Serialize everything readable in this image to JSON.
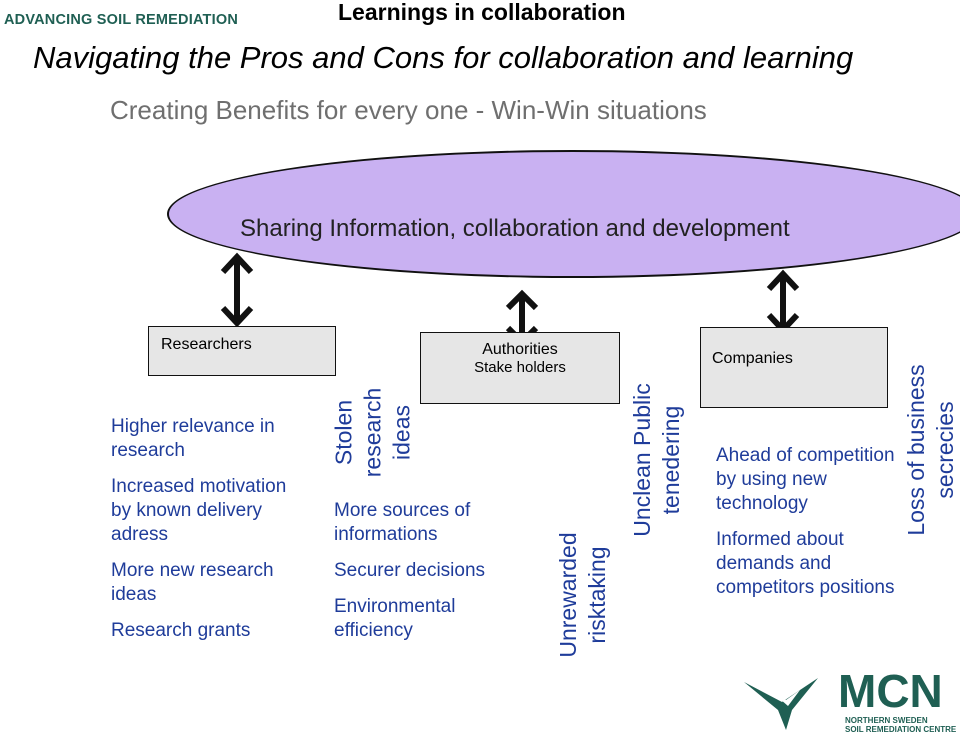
{
  "brand": "ADVANCING SOIL REMEDIATION",
  "heading": "Learnings in collaboration",
  "subtitle": "Navigating the Pros and Cons for collaboration and learning",
  "tagline": "Creating Benefits for every one - Win-Win situations",
  "center": "Sharing Information, collaboration and development",
  "researchers": {
    "label": "Researchers",
    "benefits": [
      "Higher relevance in research",
      "Increased motivation by known delivery adress",
      "More new research ideas",
      "Research grants"
    ],
    "risk": [
      "Stolen",
      "research",
      "ideas"
    ]
  },
  "authorities": {
    "label_line1": "Authorities",
    "label_line2": "Stake holders",
    "benefits": [
      "More sources of informations",
      "Securer decisions",
      "Environmental efficiency"
    ],
    "risk": [
      "Unrewarded",
      "risktaking"
    ],
    "risk2": [
      "Unclean Public",
      "tenedering"
    ]
  },
  "companies": {
    "label": "Companies",
    "benefits": [
      "Ahead of competition by using new technology",
      "Informed about demands and competitors  positions"
    ],
    "risk": [
      "Loss of business",
      "secrecies"
    ]
  },
  "logo": {
    "name": "MCN",
    "line1": "NORTHERN SWEDEN",
    "line2": "SOIL REMEDIATION CENTRE"
  },
  "colors": {
    "ellipse": "#c9b1f2",
    "blue_text": "#1f3c9a",
    "brand_green": "#1f5f53",
    "box_gray": "#e6e6e6"
  }
}
